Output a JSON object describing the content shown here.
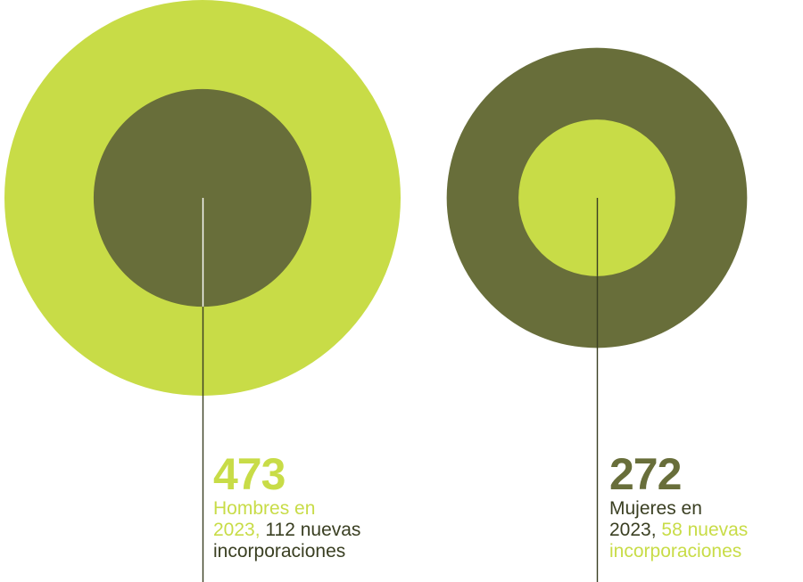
{
  "colors": {
    "lime": "#c8dc47",
    "olive": "#686e3a",
    "line_on_dark": "#ffffff",
    "line_on_light": "#3a3f22"
  },
  "chart_data": {
    "type": "bubble",
    "series": [
      {
        "name": "Hombres",
        "total": 473,
        "new_hires": 112,
        "outer_color": "#c8dc47",
        "inner_color": "#686e3a"
      },
      {
        "name": "Mujeres",
        "total": 272,
        "new_hires": 58,
        "outer_color": "#686e3a",
        "inner_color": "#c8dc47"
      }
    ]
  },
  "men": {
    "value": "473",
    "text_a": "Hombres en",
    "text_b": "2023,",
    "text_c": " 112 nuevas",
    "text_d": "incorporaciones"
  },
  "women": {
    "value": "272",
    "text_a": "Mujeres en",
    "text_b": "2023,",
    "text_c": " 58 nuevas",
    "text_d": "incorporaciones"
  }
}
